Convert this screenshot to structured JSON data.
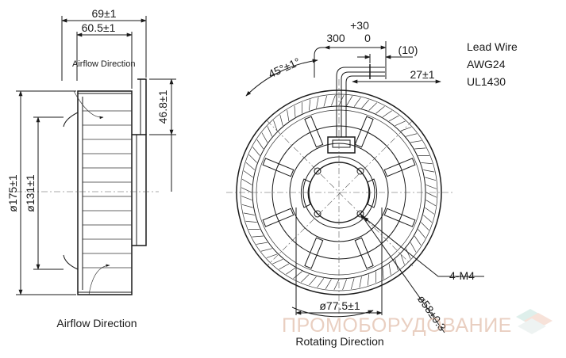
{
  "side_view": {
    "width_overall": "69±1",
    "width_body": "60.5±1",
    "airflow_top": "Airflow Direction",
    "motor_height": "46.8±1",
    "diameter_outer": "ø175±1",
    "diameter_inner": "ø131±1",
    "airflow_bottom": "Airflow Direction"
  },
  "front_view": {
    "lead_length_tol": "+30",
    "lead_length_main": "300",
    "lead_length_tol_low": "0",
    "strip_length": "(10)",
    "lead_offset": "27±1",
    "angle": "45°±1°",
    "lead_wire_title": "Lead Wire",
    "lead_wire_gauge": "AWG24",
    "lead_wire_standard": "UL1430",
    "mount_holes": "4-M4",
    "bolt_circle": "ø77.5±1",
    "hub_diameter": "ø58±0.3",
    "rotation_label": "Rotating Direction"
  },
  "watermark": "ПРОМОБОРУДОВАНИЕ"
}
